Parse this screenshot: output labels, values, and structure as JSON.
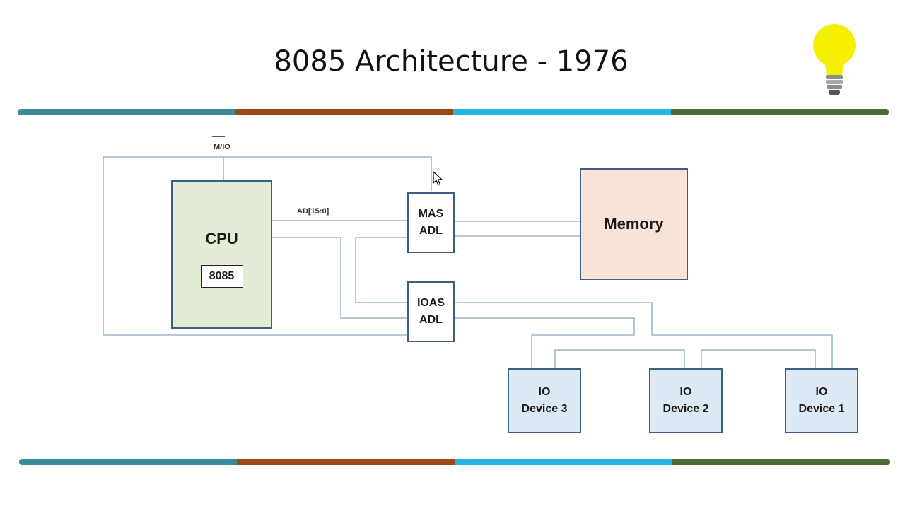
{
  "title": "8085 Architecture - 1976",
  "divider_colors": [
    "#3a8c9a",
    "#9a4a12",
    "#25b5e4",
    "#4f6a32"
  ],
  "blocks": {
    "cpu": {
      "label": "CPU",
      "chip": "8085"
    },
    "mas": {
      "line1": "MAS",
      "line2": "ADL"
    },
    "ioas": {
      "line1": "IOAS",
      "line2": "ADL"
    },
    "memory": {
      "label": "Memory"
    },
    "devices": [
      {
        "line1": "IO",
        "line2": "Device 3"
      },
      {
        "line1": "IO",
        "line2": "Device 2"
      },
      {
        "line1": "IO",
        "line2": "Device 1"
      }
    ]
  },
  "signals": {
    "mio": "M/IO",
    "address_bus": "AD[15:0]"
  },
  "colors": {
    "box_border": "#3d5f86",
    "wire": "#8aa4c0",
    "cpu_fill": "#e3ecd5",
    "memory_fill": "#f8e3d6",
    "device_fill": "#dde9f4"
  },
  "icons": [
    "lightbulb-icon",
    "mouse-cursor-icon"
  ]
}
